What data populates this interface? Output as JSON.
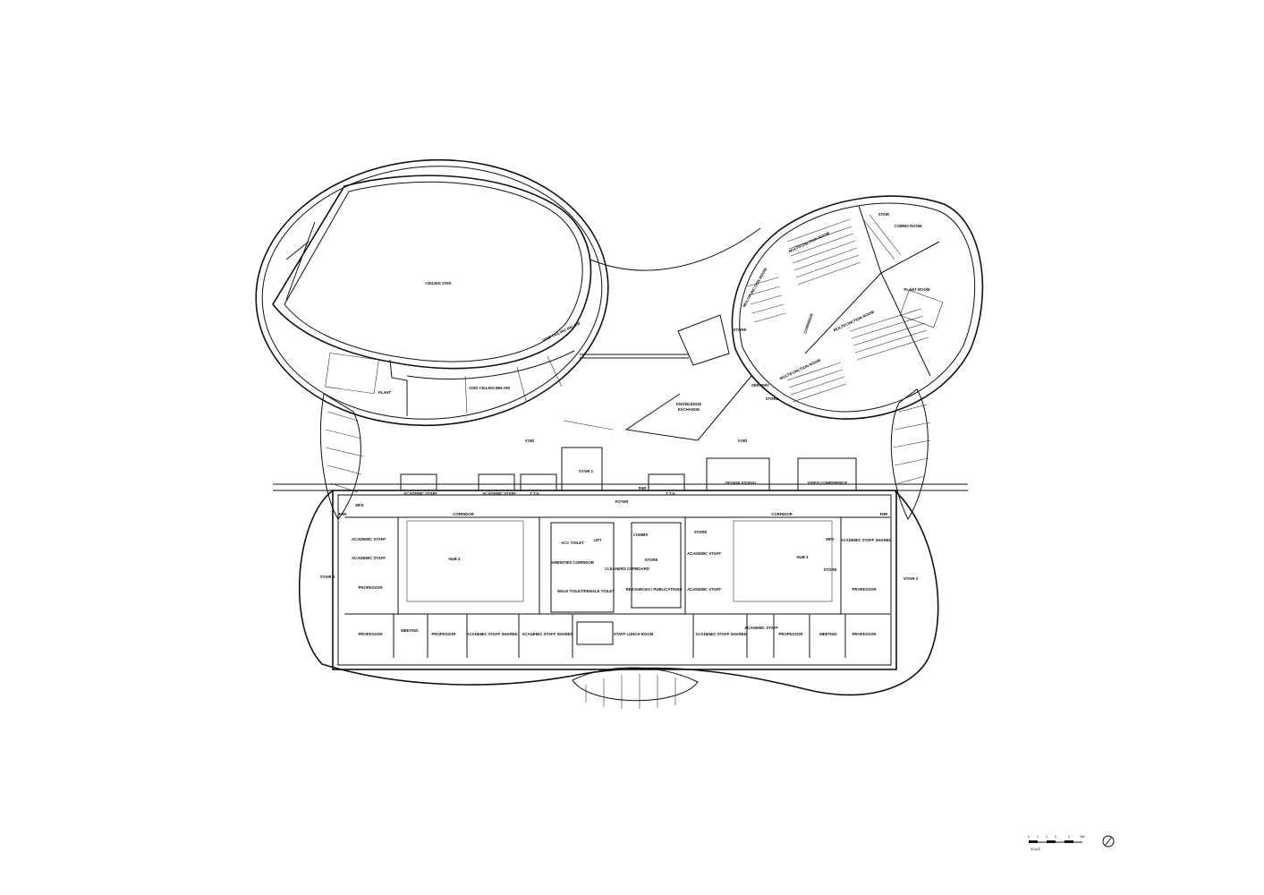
{
  "labels": {
    "ceiling_void": "CEILING VOID",
    "void_ceiling_below_1": "VOID CEILING BELOW",
    "void_ceiling_below_2": "VOID CEILING BELOW",
    "plant_left": "PLANT",
    "multi_room_1": "MULTIFUNCTION ROOM",
    "multi_room_2": "MULTIFUNCTION ROOM",
    "multi_room_3": "MULTIFUNCTION ROOM",
    "multi_room_4": "MULTIFUNCTION ROOM",
    "stair_top": "STAIR",
    "comms_room": "COMMS ROOM",
    "plant_room": "PLANT ROOM",
    "corridor_pod": "CORRIDOR",
    "store_pod": "STORE",
    "servery": "SERVERY",
    "store_pod_2": "STORE",
    "knowledge_exchange_1": "KNOWLEDGE",
    "knowledge_exchange_2": "EXCHANGE",
    "void_left": "VOID",
    "void_right": "VOID",
    "stair_1": "STAIR 1",
    "academic_staff_1": "ACADEMIC STAFF",
    "academic_staff_2": "ACADEMIC STAFF",
    "zta_left": "Z.T.A.",
    "zta_right": "Z.T.A.",
    "foyer": "FOYER",
    "fhr_1": "FHR",
    "design_studio": "DESIGN STUDIO",
    "video_conference": "VIDEO CONFERENCE",
    "mfd_left": "MFD",
    "fhr_left": "FHR",
    "corridor_left": "CORRIDOR",
    "corridor_right": "CORRIDOR",
    "fhr_right": "FHR",
    "academic_staff_3": "ACADEMIC\nSTAFF",
    "academic_staff_4": "ACADEMIC\nSTAFF",
    "hub_4": "HUB 4",
    "acc_toilet": "ACC TOILET",
    "lift": "LIFT",
    "amenities_corridor": "AMENITIES CORRIDOR",
    "male_female_toilet": "MALE TOILET/FEMALE TOILET",
    "comms": "COMMS",
    "store_mid": "STORE",
    "cleaners_cupboard": "CLEANERS CUPBOARD",
    "resources_publications": "RESOURCES / PUBLICATIONS",
    "store_right": "STORE",
    "academic_staff_5": "ACADEMIC\nSTAFF",
    "academic_staff_6": "ACADEMIC\nSTAFF",
    "hub_3": "HUB 3",
    "mfd_right": "MFD",
    "store_hub3": "STORE",
    "academic_staff_shared_right": "ACADEMIC\nSTAFF SHARED",
    "professor_r1": "PROFESSOR",
    "stair_4": "STAIR 4",
    "stair_3": "STAIR 3",
    "professor_l1": "PROFESSOR",
    "professor_l2": "PROFESSOR",
    "meeting_l": "MEETING",
    "professor_l3": "PROFESSOR",
    "academic_staff_shared_l1": "ACADEMIC STAFF SHARED",
    "academic_staff_shared_l2": "ACADEMIC STAFF SHARED",
    "staff_lunch_room": "STAFF LUNCH ROOM",
    "academic_staff_shared_r": "ACADEMIC STAFF SHARED",
    "academic_staff_r2": "ACADEMIC\nSTAFF",
    "professor_r2": "PROFESSOR",
    "meeting_r": "MEETING",
    "professor_r3": "PROFESSOR",
    "scale": "SCALE",
    "scale_ticks": [
      "0",
      "1",
      "2",
      "3",
      "4",
      "5M"
    ]
  }
}
